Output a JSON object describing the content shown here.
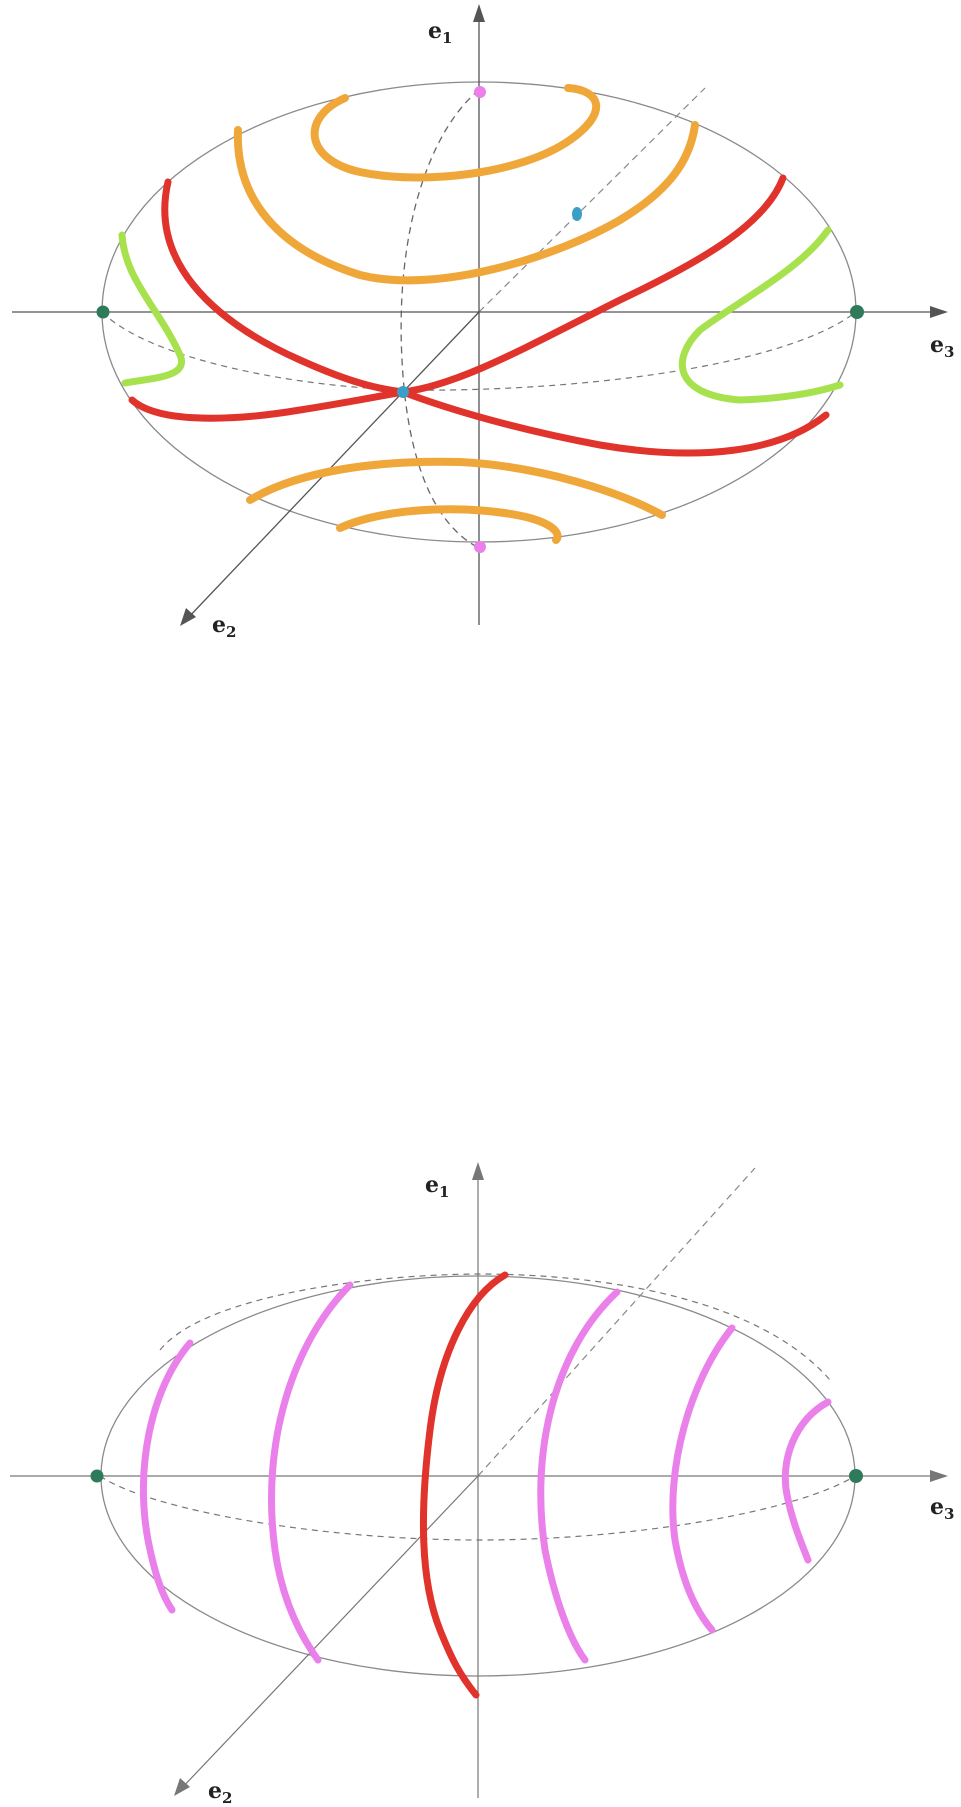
{
  "colors": {
    "outline": "#8a8a8a",
    "axis": "#555555",
    "red": "#e0332b",
    "orange": "#f0a73a",
    "green": "#a7e24e",
    "pink": "#ea80ea",
    "teal": "#3a9fc4",
    "dark_green": "#2e7a5a",
    "magenta_point": "#ec7fec"
  },
  "figures": [
    {
      "id": "top",
      "axis_labels": {
        "e1": "e",
        "e1_sub": "1",
        "e2": "e",
        "e2_sub": "2",
        "e3": "e",
        "e3_sub": "3"
      }
    },
    {
      "id": "bottom",
      "axis_labels": {
        "e1": "e",
        "e1_sub": "1",
        "e2": "e",
        "e2_sub": "2",
        "e3": "e",
        "e3_sub": "3"
      }
    }
  ]
}
